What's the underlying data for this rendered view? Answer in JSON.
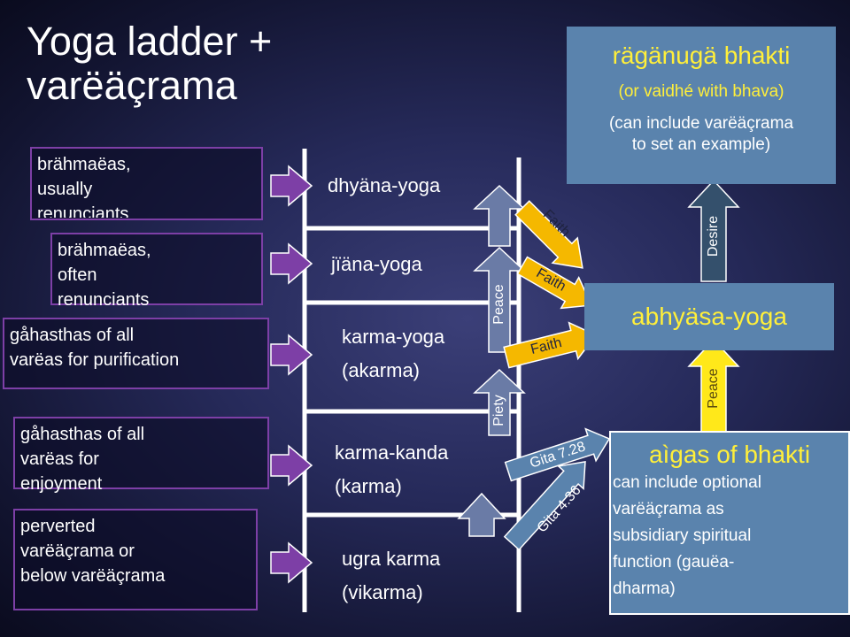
{
  "title": {
    "line1": "Yoga ladder +",
    "line2": "varëäçrama"
  },
  "categories": [
    {
      "id": "brahmanas-renunciants",
      "lines": [
        "brähmaëas,",
        "usually",
        "renunciants"
      ]
    },
    {
      "id": "brahmanas-often",
      "lines": [
        "brähmaëas,",
        "often",
        "renunciants"
      ]
    },
    {
      "id": "grhasthas-purification",
      "lines": [
        "gåhasthas of all",
        "varëas for purification"
      ]
    },
    {
      "id": "grhasthas-enjoyment",
      "lines": [
        "gåhasthas of all",
        "varëas for",
        "enjoyment"
      ]
    },
    {
      "id": "perverted",
      "lines": [
        "perverted",
        "varëäçrama or",
        "below varëäçrama"
      ]
    }
  ],
  "rungs": [
    {
      "lines": [
        "dhyäna-yoga"
      ]
    },
    {
      "lines": [
        "jïäna-yoga"
      ]
    },
    {
      "lines": [
        "karma-yoga",
        "(akarma)"
      ]
    },
    {
      "lines": [
        "karma-kanda",
        "(karma)"
      ]
    },
    {
      "lines": [
        "ugra karma",
        "(vikarma)"
      ]
    }
  ],
  "ladder_labels": {
    "peace": "Peace",
    "piety": "Piety"
  },
  "faith_arrows": [
    "Faith",
    "Faith",
    "Faith"
  ],
  "gita_arrows": [
    "Gita 7.28",
    "Gita 4.36"
  ],
  "raganuga": {
    "title": "rägänugä bhakti",
    "sub1": "(or vaidhé with bhava)",
    "sub2_line1": "(can include varëäçrama",
    "sub2_line2": "to set an example)"
  },
  "desire_label": "Desire",
  "abhyasa": {
    "title": "abhyäsa-yoga"
  },
  "peace_right_label": "Peace",
  "angas": {
    "title": "aìgas of bhakti",
    "lines": [
      "can include optional",
      "varëäçrama as",
      "subsidiary spiritual",
      "function (gauëa-",
      "dharma)"
    ]
  },
  "colors": {
    "purple_arrow": "#7d3fa6",
    "faith_yellow": "#f5b800",
    "box_blue": "#5a83ad",
    "peace_yellow": "#ffe81a",
    "ladder_arrow": "#6a7ba6",
    "desire_arrow": "#34506c",
    "title_yellow": "#ffef3a"
  }
}
